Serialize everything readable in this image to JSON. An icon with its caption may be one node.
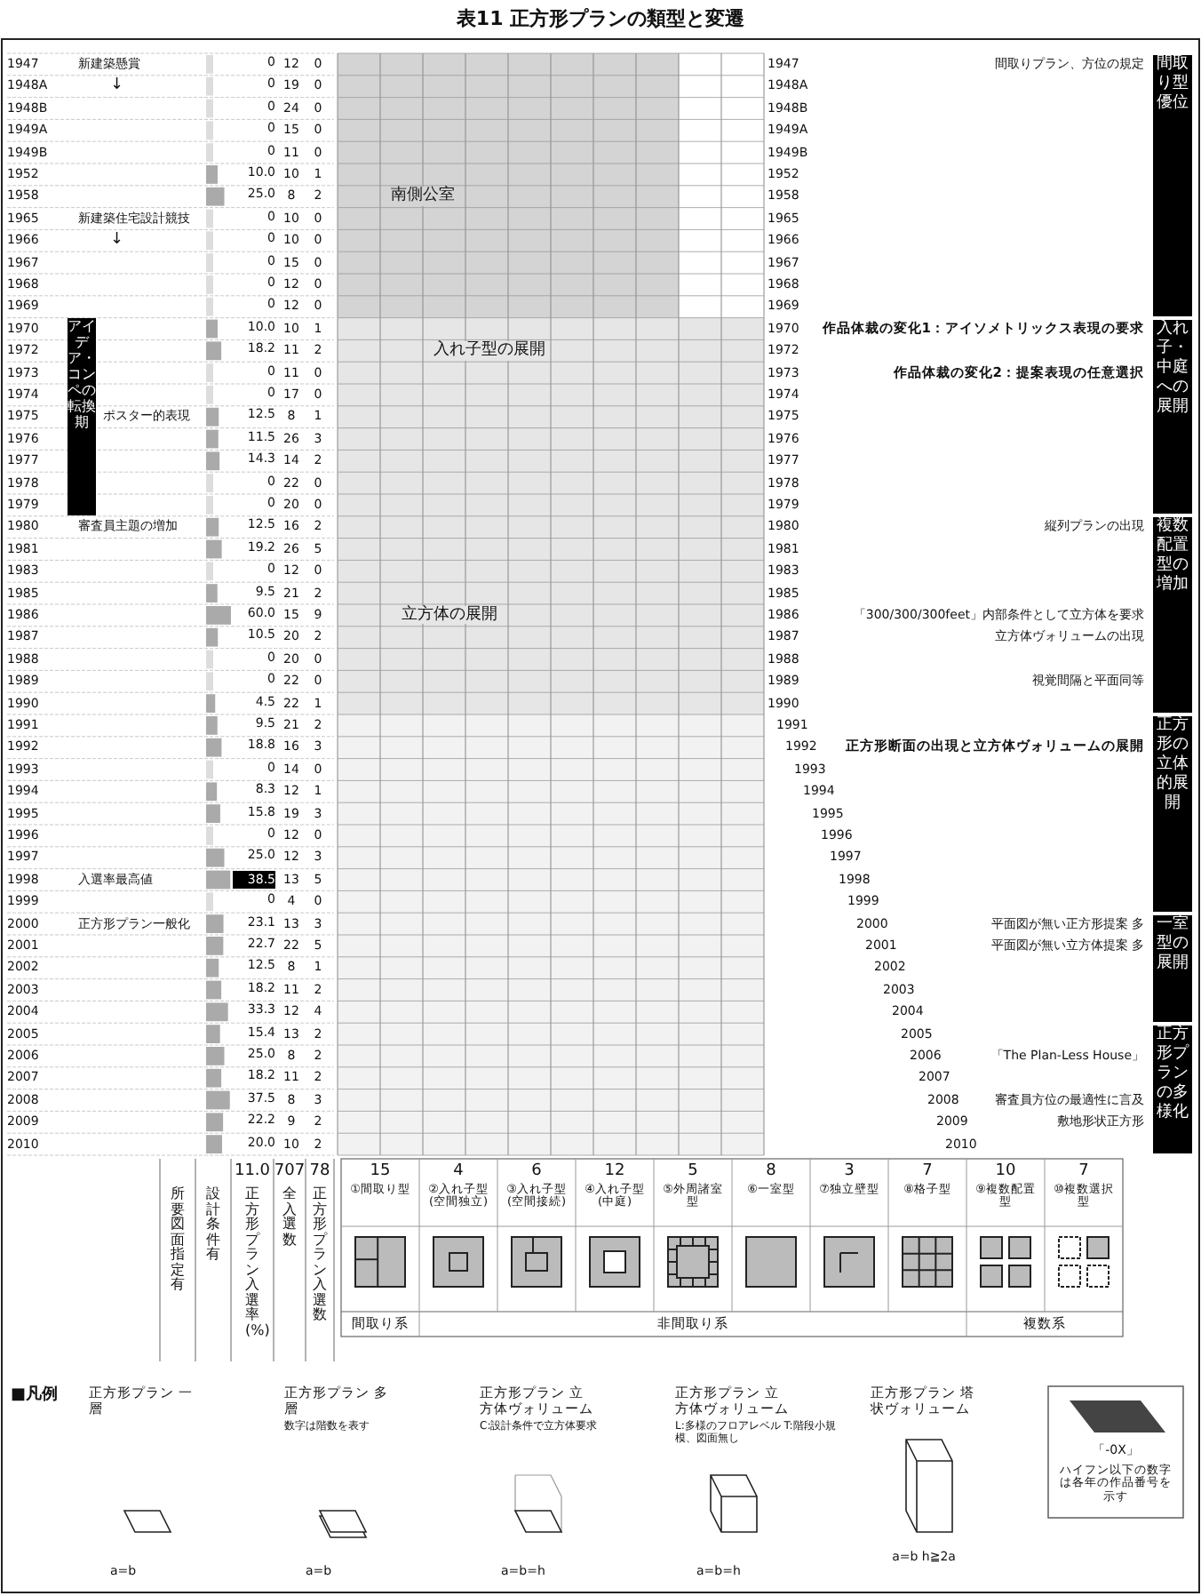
{
  "diagram": {
    "title": "表11 正方形プランの類型と変遷",
    "labels": [
      "1947",
      "0",
      "12",
      "0",
      "1948A",
      "0",
      "19",
      "0",
      "1948B",
      "0",
      "24",
      "0",
      "1949A",
      "0",
      "15",
      "0",
      "1949B",
      "0",
      "11",
      "0",
      "1952",
      "10.0",
      "10",
      "1",
      "1958",
      "25.0",
      "8",
      "2",
      "1965",
      "0",
      "10",
      "0",
      "1966",
      "0",
      "10",
      "0",
      "1967",
      "0",
      "15",
      "0",
      "1968",
      "0",
      "12",
      "0",
      "1969",
      "0",
      "12",
      "0",
      "1970",
      "10.0",
      "10",
      "1",
      "1972",
      "18.2",
      "11",
      "2",
      "1973",
      "0",
      "11",
      "0",
      "1974",
      "0",
      "17",
      "0",
      "1975",
      "12.5",
      "8",
      "1",
      "1976",
      "11.5",
      "26",
      "3",
      "1977",
      "14.3",
      "14",
      "2",
      "1978",
      "0",
      "22",
      "0",
      "1979",
      "0",
      "20",
      "0",
      "1980",
      "12.5",
      "16",
      "2",
      "1981",
      "19.2",
      "26",
      "5",
      "1983",
      "0",
      "12",
      "0",
      "1985",
      "9.5",
      "21",
      "2",
      "1986",
      "60.0",
      "15",
      "9",
      "1987",
      "10.5",
      "20",
      "2",
      "1988",
      "0",
      "20",
      "0",
      "1989",
      "0",
      "22",
      "0",
      "1990",
      "4.5",
      "22",
      "1",
      "1991",
      "9.5",
      "21",
      "2",
      "1992",
      "18.8",
      "16",
      "3",
      "1993",
      "0",
      "14",
      "0",
      "1994",
      "8.3",
      "12",
      "1",
      "1995",
      "15.8",
      "19",
      "3",
      "1996",
      "0",
      "12",
      "0",
      "1997",
      "25.0",
      "12",
      "3",
      "1998",
      "38.5",
      "13",
      "5",
      "1999",
      "0",
      "4",
      "0",
      "2000",
      "23.1",
      "13",
      "3",
      "2001",
      "22.7",
      "22",
      "5",
      "2002",
      "12.5",
      "8",
      "1",
      "2003",
      "18.2",
      "11",
      "2",
      "2004",
      "33.3",
      "12",
      "4",
      "2005",
      "15.4",
      "13",
      "2",
      "2006",
      "25.0",
      "8",
      "2",
      "2007",
      "18.2",
      "11",
      "2",
      "2008",
      "37.5",
      "8",
      "3",
      "2009",
      "22.2",
      "9",
      "2",
      "2010",
      "20.0",
      "10",
      "2",
      "1947",
      "1948A",
      "1948B",
      "1949A",
      "1949B",
      "1952",
      "1958",
      "1965",
      "1966",
      "1967",
      "1968",
      "1969",
      "1970",
      "1972",
      "1973",
      "1974",
      "1975",
      "1976",
      "1977",
      "1978",
      "1979",
      "1980",
      "1981",
      "1983",
      "1985",
      "1986",
      "1987",
      "1988",
      "1989",
      "1990",
      "1991",
      "1992",
      "1993",
      "1994",
      "1995",
      "1996",
      "1997",
      "1998",
      "1999",
      "2000",
      "2001",
      "2002",
      "2003",
      "2004",
      "2005",
      "2006",
      "2007",
      "2008",
      "2009",
      "2010",
      "新建築懸賞",
      "↓",
      "新建築住宅設計競技",
      "↓",
      "アイデア・コンペの転換期",
      "ポスター的表現",
      "審査員主題の増加",
      "入選率最高値",
      "正方形プラン一般化",
      "南側公室",
      "入れ子型の展開",
      "立方体の展開",
      "間取りプラン、方位の規定",
      "作品体裁の変化1：アイソメトリックス表現の要求",
      "作品体裁の変化2：提案表現の任意選択",
      "縦列プランの出現",
      "「300/300/300feet」内部条件として立方体を要求",
      "立方体ヴォリュームの出現",
      "視覚間隔と平面同等",
      "正方形断面の出現と立方体ヴォリュームの展開",
      "平面図が無い正方形提案 多",
      "平面図が無い立方体提案 多",
      "「The Plan-Less House」",
      "審査員方位の最適性に言及",
      "敷地形状正方形",
      "間取り型優位",
      "入れ子・中庭への展開",
      "複数配置型の増加",
      "正方形の立体的展開",
      "一室型の展開",
      "正方形プランの多様化",
      "所要図面指定有",
      "設計条件有",
      "11.0",
      "正方形プラン入選率(%)",
      "707",
      "全入選数",
      "78",
      "正方形プラン入選数",
      "15",
      "①間取り型",
      "4",
      "②入れ子型(空間独立)",
      "6",
      "③入れ子型(空間接続)",
      "12",
      "④入れ子型(中庭)",
      "5",
      "⑤外周諸室型",
      "8",
      "⑥一室型",
      "3",
      "⑦独立壁型",
      "7",
      "⑧格子型",
      "10",
      "⑨複数配置型",
      "7",
      "⑩複数選択型",
      "間取り系",
      "非間取り系",
      "複数系",
      "■凡例",
      "数字は階数を表す",
      "C:設計条件で立方体要求",
      "L:多様のフロアレベル T:階段小規模、図面無し",
      "a=b",
      "a=b",
      "a=b=h",
      "a=b=h",
      "a=b h≧2a",
      "「-0X」",
      "ハイフン以下の数字は各年の作品番号を示す"
    ],
    "legend": [
      {
        "text": "正方形プラン 一層"
      },
      {
        "text": "正方形プラン 多層"
      },
      {
        "text": "正方形プラン 立方体ヴォリューム"
      },
      {
        "text": "正方形プラン 立方体ヴォリューム"
      },
      {
        "text": "正方形プラン 塔状ヴォリューム"
      }
    ]
  }
}
